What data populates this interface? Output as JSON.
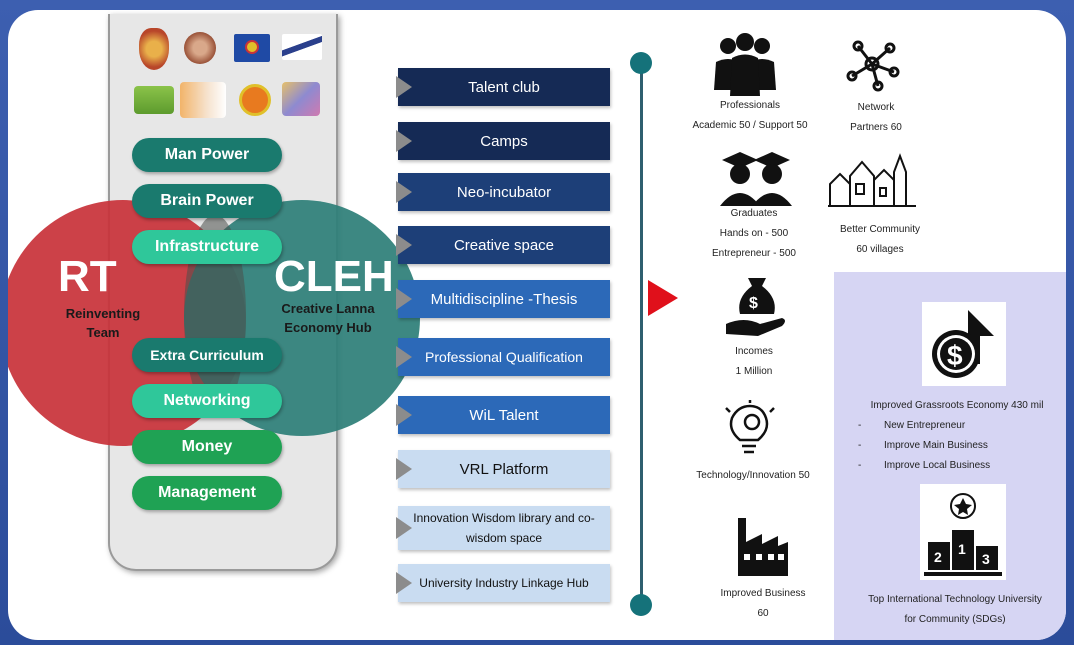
{
  "venn": {
    "left": {
      "abbr": "RT",
      "sub1": "Reinventing",
      "sub2": "Team",
      "color": "#c8333a"
    },
    "right": {
      "abbr": "CLEH",
      "sub1": "Creative Lanna",
      "sub2": "Economy Hub",
      "color": "#2e7f79"
    }
  },
  "pills": [
    "Man Power",
    "Brain Power",
    "Infrastructure",
    "Extra Curriculum",
    "Networking",
    "Money",
    "Management"
  ],
  "programs": [
    "Talent club",
    "Camps",
    "Neo-incubator",
    "Creative space",
    "Multidiscipline -Thesis",
    "Professional Qualification",
    "WiL Talent",
    "VRL  Platform",
    "Innovation Wisdom library and co-wisdom space",
    "University Industry Linkage Hub"
  ],
  "outcomes": {
    "professionals": {
      "title": "Professionals",
      "detail": "Academic 50 / Support 50"
    },
    "network": {
      "title": "Network",
      "detail": "Partners 60"
    },
    "graduates": {
      "title": "Graduates",
      "line1": "Hands on  -  500",
      "line2": "Entrepreneur  -  500"
    },
    "community": {
      "title": "Better Community",
      "detail": "60 villages"
    },
    "incomes": {
      "title": "Incomes",
      "detail": "1 Million"
    },
    "technology": {
      "title": "Technology/Innovation 50"
    },
    "business": {
      "title": "Improved Business",
      "detail": "60"
    },
    "economy": {
      "title": "Improved Grassroots Economy 430 mil",
      "items": [
        "New Entrepreneur",
        "Improve Main Business",
        "Improve Local Business"
      ]
    },
    "university": {
      "line1": "Top International Technology University",
      "line2": "for Community (SDGs)"
    }
  },
  "icons": [
    "university-logo",
    "seal-logo",
    "asean-logo",
    "michelin-logo",
    "logo-green",
    "eec-logo",
    "cp-logo",
    "ribbon-logo",
    "people-icon",
    "network-icon",
    "graduates-icon",
    "village-icon",
    "money-hand-icon",
    "innovation-icon",
    "factory-icon",
    "dollar-up-icon",
    "podium-icon"
  ],
  "colors": {
    "accent_teal": "#1a7a6e",
    "bar_dark": "#152a55",
    "bar_mid": "#1f4e8f",
    "bar_light": "#c9dcf1",
    "arrow_red": "#e0101b",
    "box_lavender": "#d6d5f3"
  }
}
